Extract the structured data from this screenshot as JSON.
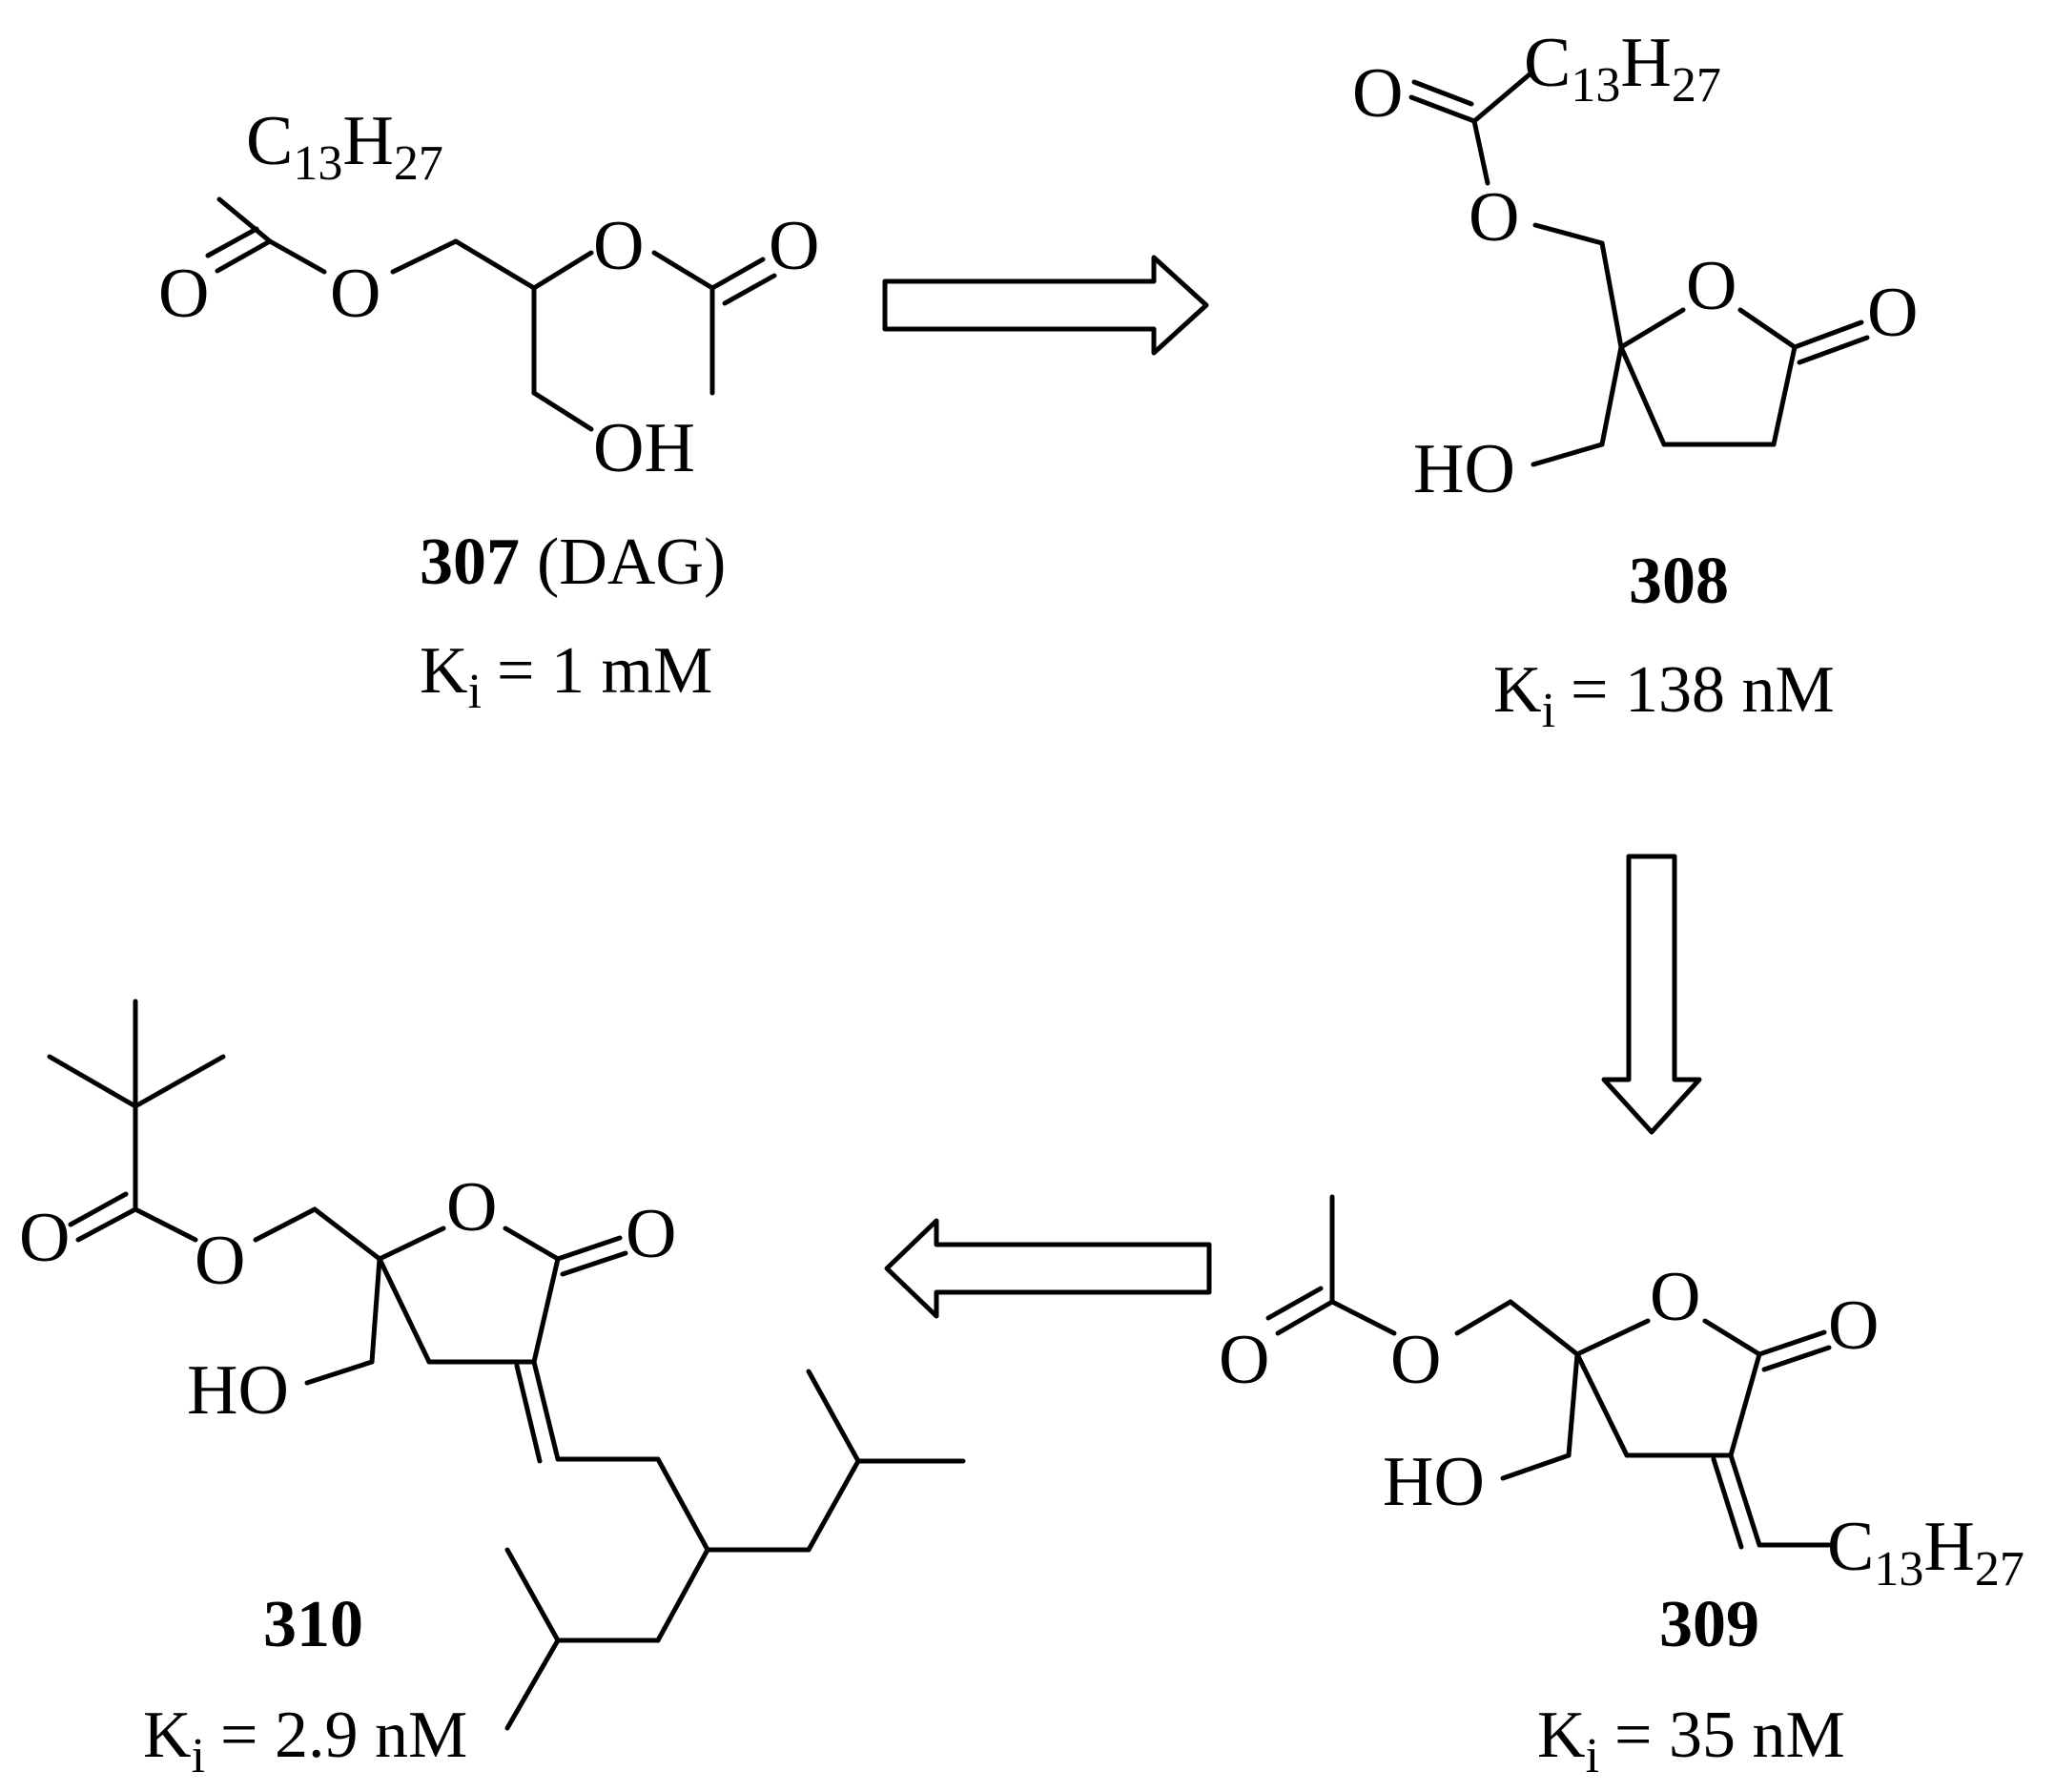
{
  "compounds": [
    {
      "id": "307",
      "number": "307",
      "name": "(DAG)",
      "ki_symbol": "K",
      "ki_sub": "i",
      "ki_value": "= 1 mM",
      "atoms": {
        "acyl_c": "C",
        "acyl_c_sub": "13",
        "acyl_h": "H",
        "acyl_h_sub": "27",
        "o_carbonyl_1": "O",
        "o_ester_1": "O",
        "o_ester_2": "O",
        "o_carbonyl_2": "O",
        "oh": "OH"
      }
    },
    {
      "id": "308",
      "number": "308",
      "ki_symbol": "K",
      "ki_sub": "i",
      "ki_value": "= 138 nM",
      "atoms": {
        "acyl_c": "C",
        "acyl_c_sub": "13",
        "acyl_h": "H",
        "acyl_h_sub": "27",
        "o_carbonyl_1": "O",
        "o_ester_1": "O",
        "o_ring": "O",
        "o_carbonyl_2": "O",
        "ho": "HO"
      }
    },
    {
      "id": "309",
      "number": "309",
      "ki_symbol": "K",
      "ki_sub": "i",
      "ki_value": "= 35 nM",
      "atoms": {
        "o_carbonyl_1": "O",
        "o_ester_1": "O",
        "o_ring": "O",
        "o_carbonyl_2": "O",
        "ho": "HO",
        "alkyl_c": "C",
        "alkyl_c_sub": "13",
        "alkyl_h": "H",
        "alkyl_h_sub": "27"
      }
    },
    {
      "id": "310",
      "number": "310",
      "ki_symbol": "K",
      "ki_sub": "i",
      "ki_value": "= 2.9 nM",
      "atoms": {
        "o_carbonyl_1": "O",
        "o_ester_1": "O",
        "o_ring": "O",
        "o_carbonyl_2": "O",
        "ho": "HO"
      }
    }
  ],
  "arrows": [
    "307-to-308",
    "308-to-309",
    "309-to-310"
  ]
}
